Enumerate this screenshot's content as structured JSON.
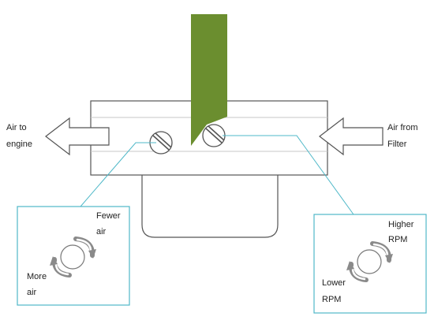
{
  "labels": {
    "air_to_engine": [
      "Air to",
      "engine"
    ],
    "air_from_filter": [
      "Air from",
      "Filter"
    ],
    "fewer_air": [
      "Fewer",
      "air"
    ],
    "more_air": [
      "More",
      "air"
    ],
    "higher_rpm": [
      "Higher",
      "RPM"
    ],
    "lower_rpm": [
      "Lower",
      "RPM"
    ]
  },
  "colors": {
    "throttle_cable": "#6b8e2f",
    "callout_border": "#4fb8c8",
    "outline": "#555555",
    "arrow_fill": "#ffffff"
  },
  "icons": {
    "valve": "valve-icon",
    "rotation": "rotation-arrows-icon",
    "flow_arrow": "flow-arrow-icon"
  }
}
